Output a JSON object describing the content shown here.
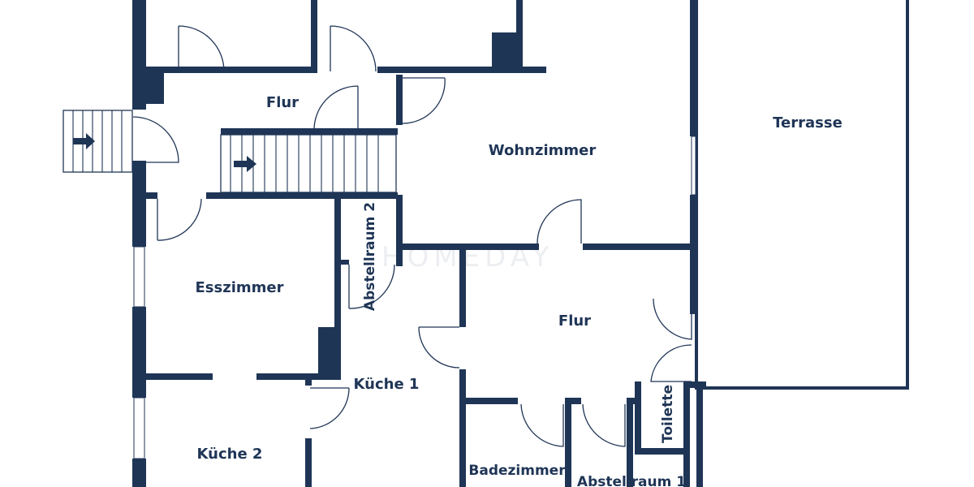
{
  "rooms": {
    "flur_top": "Flur",
    "wohnzimmer": "Wohnzimmer",
    "terrasse": "Terrasse",
    "abstellraum_2": "Abstellraum 2",
    "esszimmer": "Esszimmer",
    "flur_mid": "Flur",
    "kueche_1": "Küche 1",
    "toilette": "Toilette",
    "kueche_2": "Küche 2",
    "badezimmer": "Badezimmer",
    "abstellraum_1": "Abstellraum 1"
  },
  "watermark": "HOMEDAY",
  "colors": {
    "wall": "#1f3556",
    "background": "#ffffff"
  }
}
